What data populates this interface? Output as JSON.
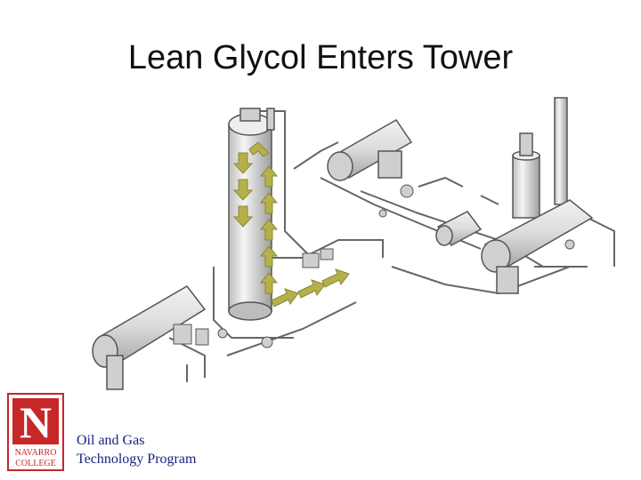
{
  "slide": {
    "title": "Lean Glycol Enters Tower"
  },
  "logo": {
    "letter": "N",
    "line1": "NAVARRO",
    "line2": "COLLEGE",
    "color": "#c62828"
  },
  "caption": {
    "line1": "Oil and Gas",
    "line2": "Technology Program"
  },
  "colors": {
    "flow_arrow": "#b5b04a",
    "vessel_fill": "#e4e4e4",
    "vessel_stroke": "#555555"
  }
}
